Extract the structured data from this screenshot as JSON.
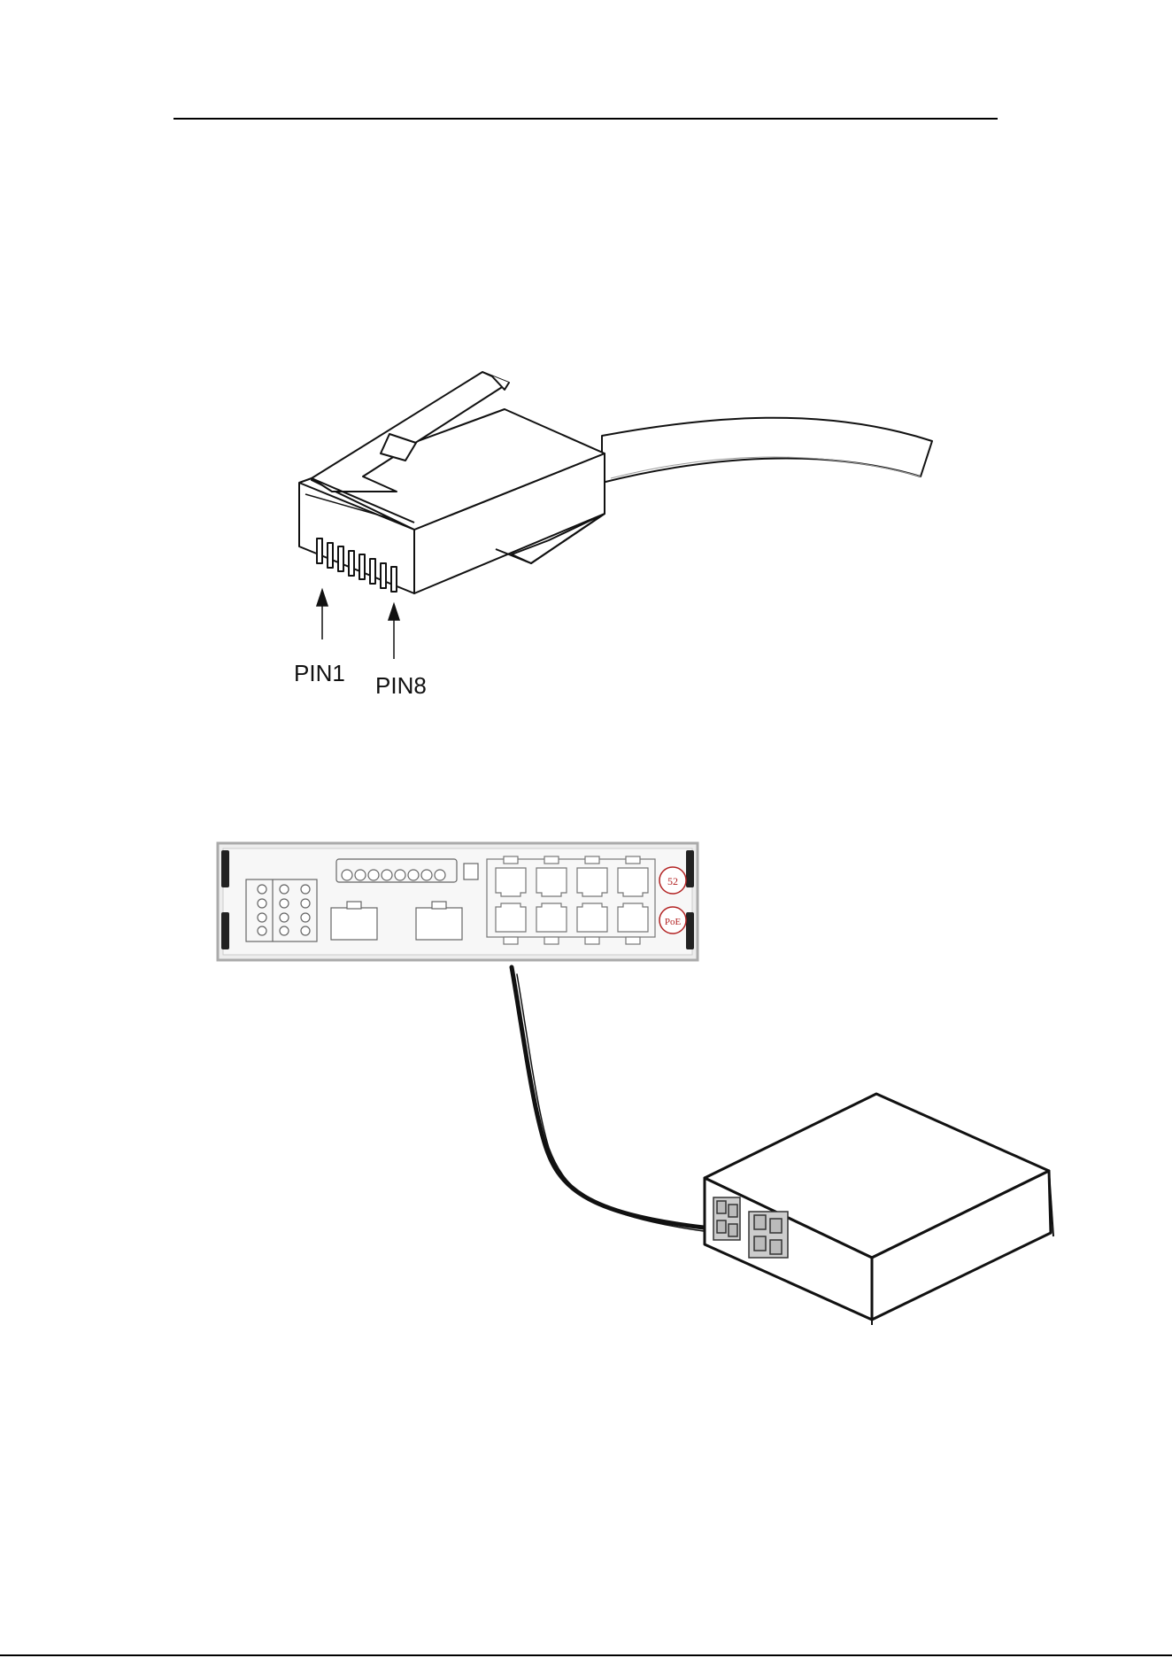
{
  "connector": {
    "pin_first_label": "PIN1",
    "pin_last_label": "PIN8"
  },
  "switch_panel": {
    "badge_left": "PoE",
    "badge_right": "52"
  },
  "colors": {
    "line": "#111111",
    "panel_border": "#aaaaaa",
    "panel_bg": "#ededed",
    "badge": "#b22222"
  }
}
